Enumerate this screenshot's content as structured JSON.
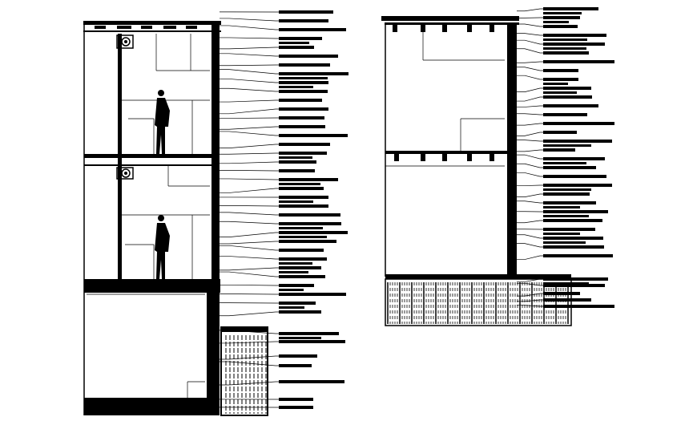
{
  "drawing": {
    "type": "architectural-wall-section",
    "background": "#ffffff",
    "ink": "#000000",
    "left_section": {
      "floors": 3,
      "human_figures": 2,
      "fans": 2,
      "callouts": 36
    },
    "right_section": {
      "floors": 2,
      "callouts": 30
    },
    "annotation_text_visible": false
  }
}
